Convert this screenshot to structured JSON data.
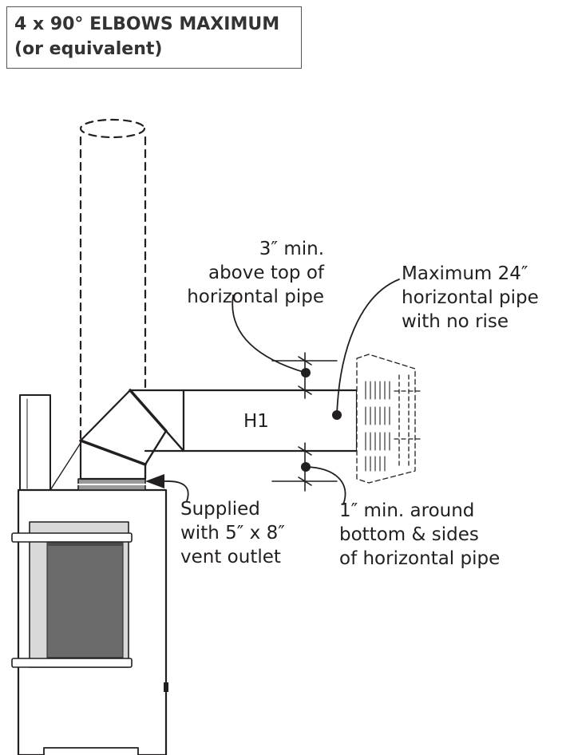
{
  "title": {
    "line1": "4 x 90° ELBOWS MAXIMUM",
    "line2": "(or equivalent)"
  },
  "labels": {
    "clearance_top": [
      "3″ min.",
      "above top of",
      "horizontal pipe"
    ],
    "max_horizontal": [
      "Maximum 24″",
      "horizontal pipe",
      "with no rise"
    ],
    "pipe_section": "H1",
    "vent_outlet": [
      "Supplied",
      "with 5″ x 8″",
      "vent outlet"
    ],
    "clearance_bottom": [
      "1″ min. around",
      "bottom & sides",
      "of horizontal pipe"
    ]
  }
}
